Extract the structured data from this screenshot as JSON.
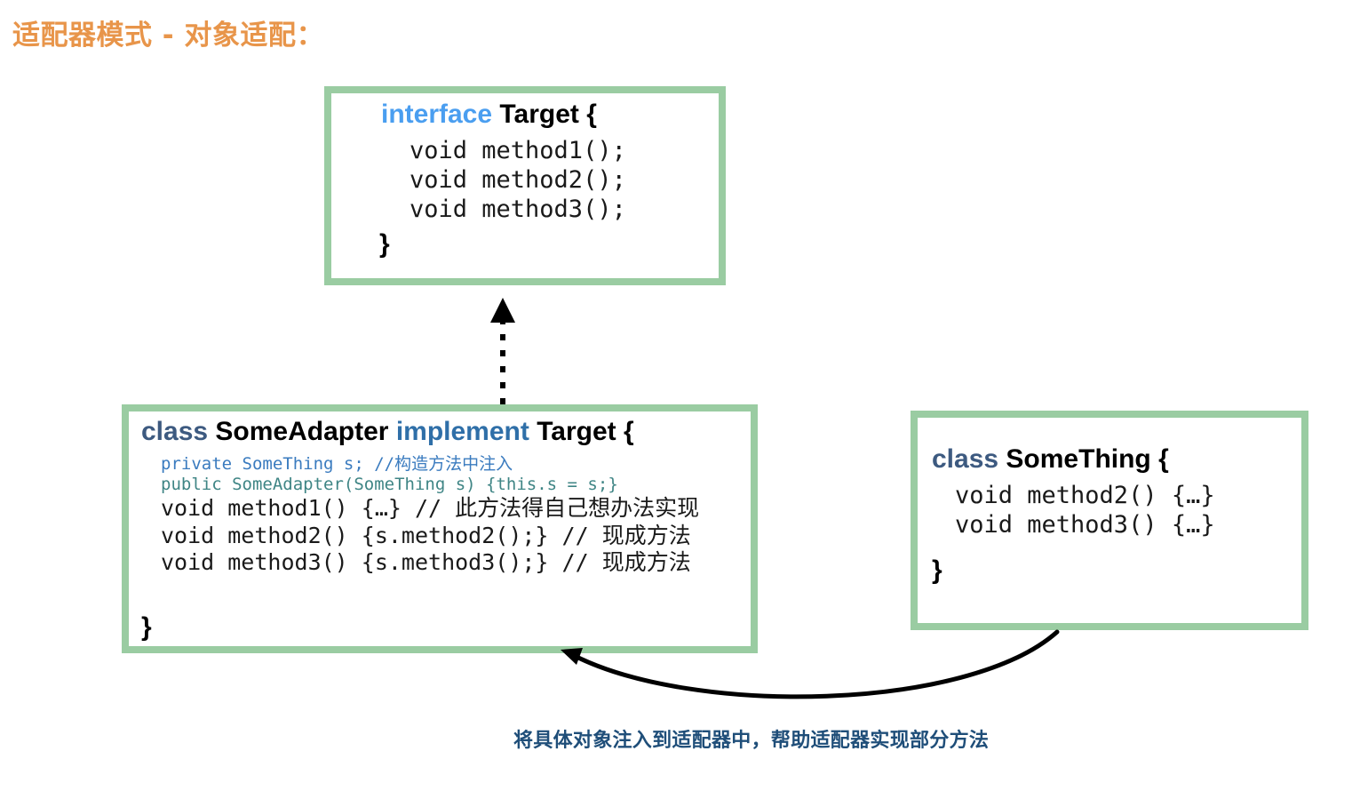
{
  "title": "适配器模式 - 对象适配：",
  "colors": {
    "title_orange": "#e8954a",
    "box_border_green": "#9acca2",
    "keyword_interface_blue": "#4a9ef0",
    "keyword_class_slate": "#3d5a80",
    "keyword_implement_blue": "#2f6fa8",
    "private_line_blue": "#3a7bbf",
    "public_line_teal": "#3f8585",
    "caption_navy": "#1f4e79",
    "connector_black": "#000000"
  },
  "target_box": {
    "keyword": "interface",
    "name": "Target {",
    "methods": [
      "void method1();",
      "void method2();",
      "void method3();"
    ],
    "close_brace": "}"
  },
  "adapter_box": {
    "keyword": "class",
    "name": "SomeAdapter",
    "keyword2": "implement",
    "name2": "Target {",
    "field_line": "private SomeThing s; //构造方法中注入",
    "constructor_line": "public SomeAdapter(SomeThing s) {this.s = s;}",
    "methods": [
      "void method1() {…} //  此方法得自己想办法实现",
      "void method2() {s.method2();} //  现成方法",
      "void method3() {s.method3();} //  现成方法"
    ],
    "close_brace": "}"
  },
  "something_box": {
    "keyword": "class",
    "name": "SomeThing {",
    "methods": [
      "void method2() {…}",
      "void method3() {…}"
    ],
    "close_brace": "}"
  },
  "caption": "将具体对象注入到适配器中，帮助适配器实现部分方法",
  "connectors": {
    "realization": {
      "style": "dotted",
      "arrowhead": "solid-triangle",
      "from": "adapter-box-top",
      "to": "target-box-bottom"
    },
    "injection": {
      "style": "curved-solid",
      "arrowhead": "open-arrow",
      "from": "something-box-bottom-left",
      "to": "adapter-box-bottom-right"
    }
  }
}
